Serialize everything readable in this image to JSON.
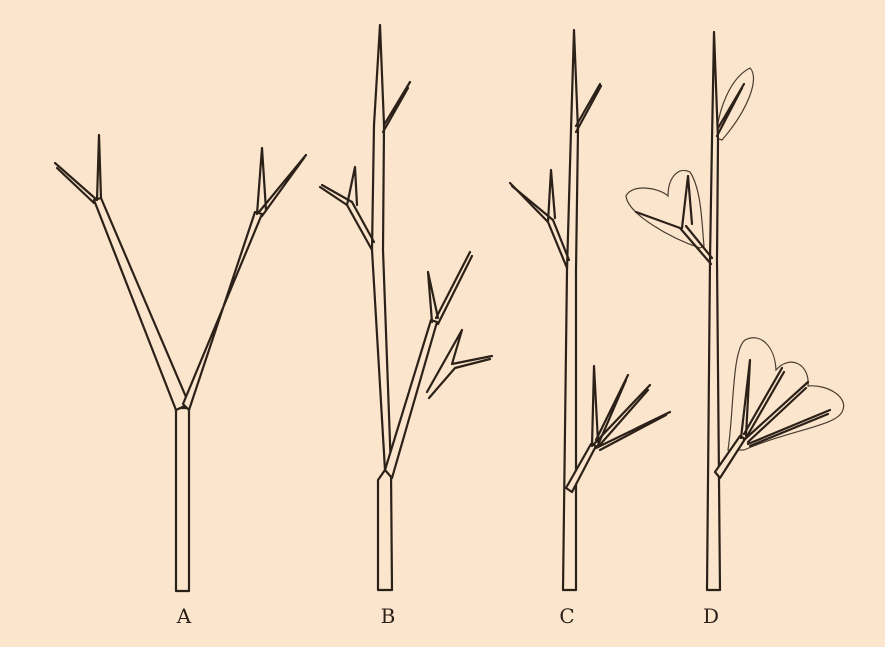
{
  "labels": {
    "a": "A",
    "b": "B",
    "c": "C",
    "d": "D"
  },
  "colors": {
    "background": "#fbe5cc",
    "line": "#2b2118"
  }
}
